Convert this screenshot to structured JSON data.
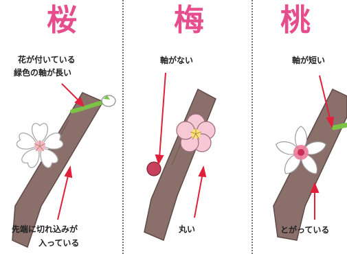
{
  "panels": [
    {
      "title": "桜",
      "labels": [
        "花が付いている",
        "緑色の軸が長い",
        "先端に切れ込みが",
        "入っている"
      ]
    },
    {
      "title": "梅",
      "labels": [
        "軸がない",
        "丸い"
      ]
    },
    {
      "title": "桃",
      "labels": [
        "軸が短い",
        "とがっている"
      ]
    }
  ],
  "colors": {
    "title": "#e54d8d",
    "branch": "#8a6f6b",
    "arrow": "#e0203a",
    "petal": "#ffffff",
    "ume_petal": "#f7c9d6",
    "stem": "#7cc244"
  }
}
